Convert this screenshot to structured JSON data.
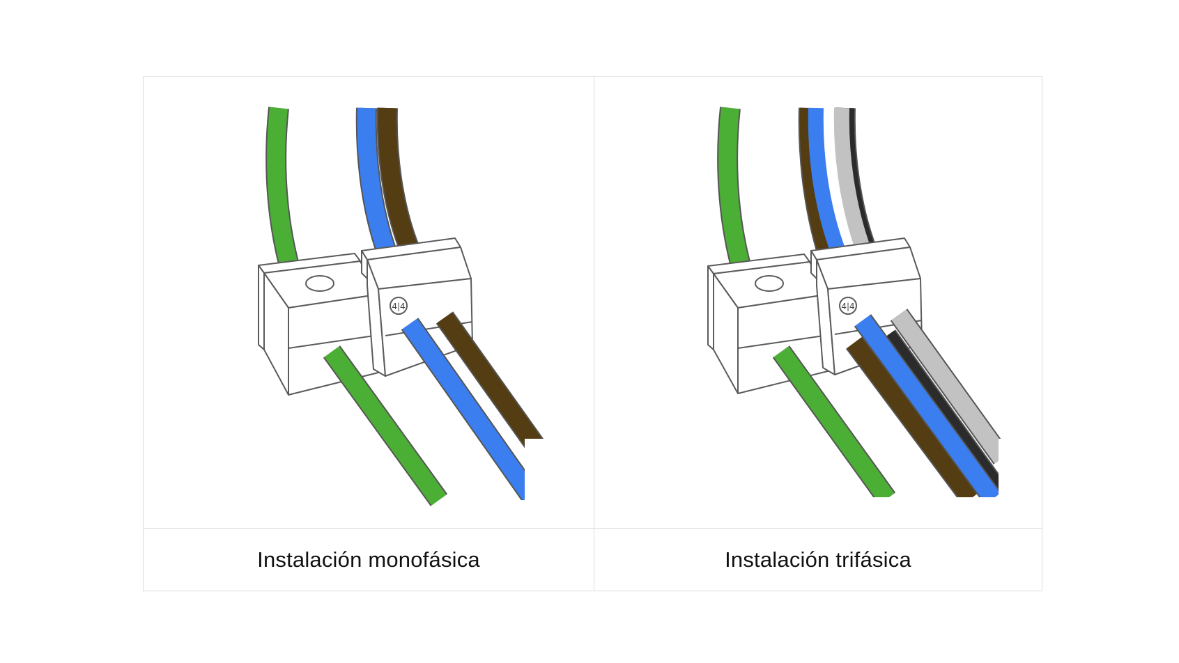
{
  "panels": [
    {
      "caption": "Instalación monofásica",
      "wires": [
        "green",
        "blue",
        "brown"
      ]
    },
    {
      "caption": "Instalación trifásica",
      "wires": [
        "green",
        "brown",
        "blue",
        "black",
        "grey"
      ]
    }
  ],
  "colors": {
    "green": "#4caf35",
    "blue": "#3b7ef0",
    "brown": "#553d13",
    "black": "#2b2b2b",
    "grey": "#c2c2c2",
    "outline": "#5a5a5a",
    "border": "#dcdcdc"
  },
  "icons": [
    "terminal-block-icon",
    "earth-terminal-icon",
    "logo-mark-icon"
  ]
}
